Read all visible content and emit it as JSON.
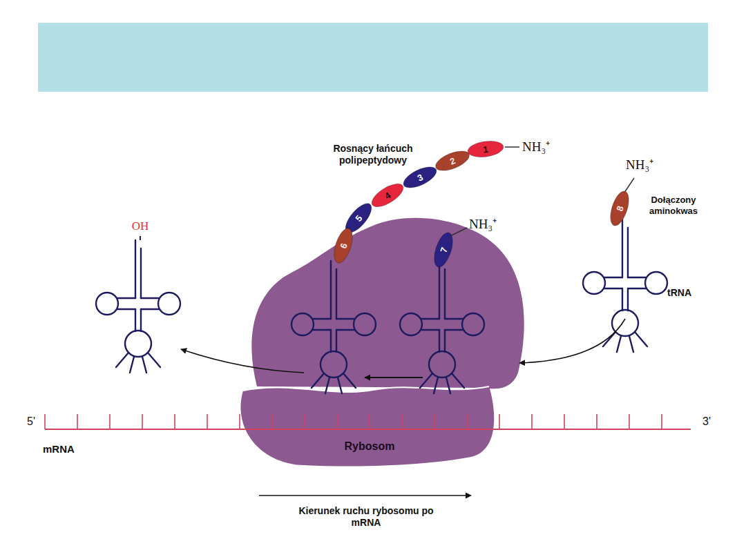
{
  "diagram": {
    "nodes": [
      {
        "text": [
          "1"
        ]
      },
      {
        "text": [
          "2"
        ]
      },
      {
        "text": [
          "3"
        ]
      },
      {
        "text": [
          "4"
        ]
      },
      {
        "text": [
          "5"
        ]
      },
      {
        "text": [
          "6"
        ]
      },
      {
        "text": [
          "7"
        ]
      },
      {
        "text": [
          "8"
        ]
      },
      {
        "text": [
          "Rybosom"
        ]
      }
    ],
    "labels": [
      "Rosnący łańcuch polipeptydowy",
      "NH₃⁺",
      "OH",
      "NH₃⁺",
      "NH₃⁺",
      "Dołączony aminokwas",
      "tRNA",
      "5'",
      "3'",
      "mRNA",
      "Kierunek ruchu rybosomu po mRNA"
    ]
  }
}
